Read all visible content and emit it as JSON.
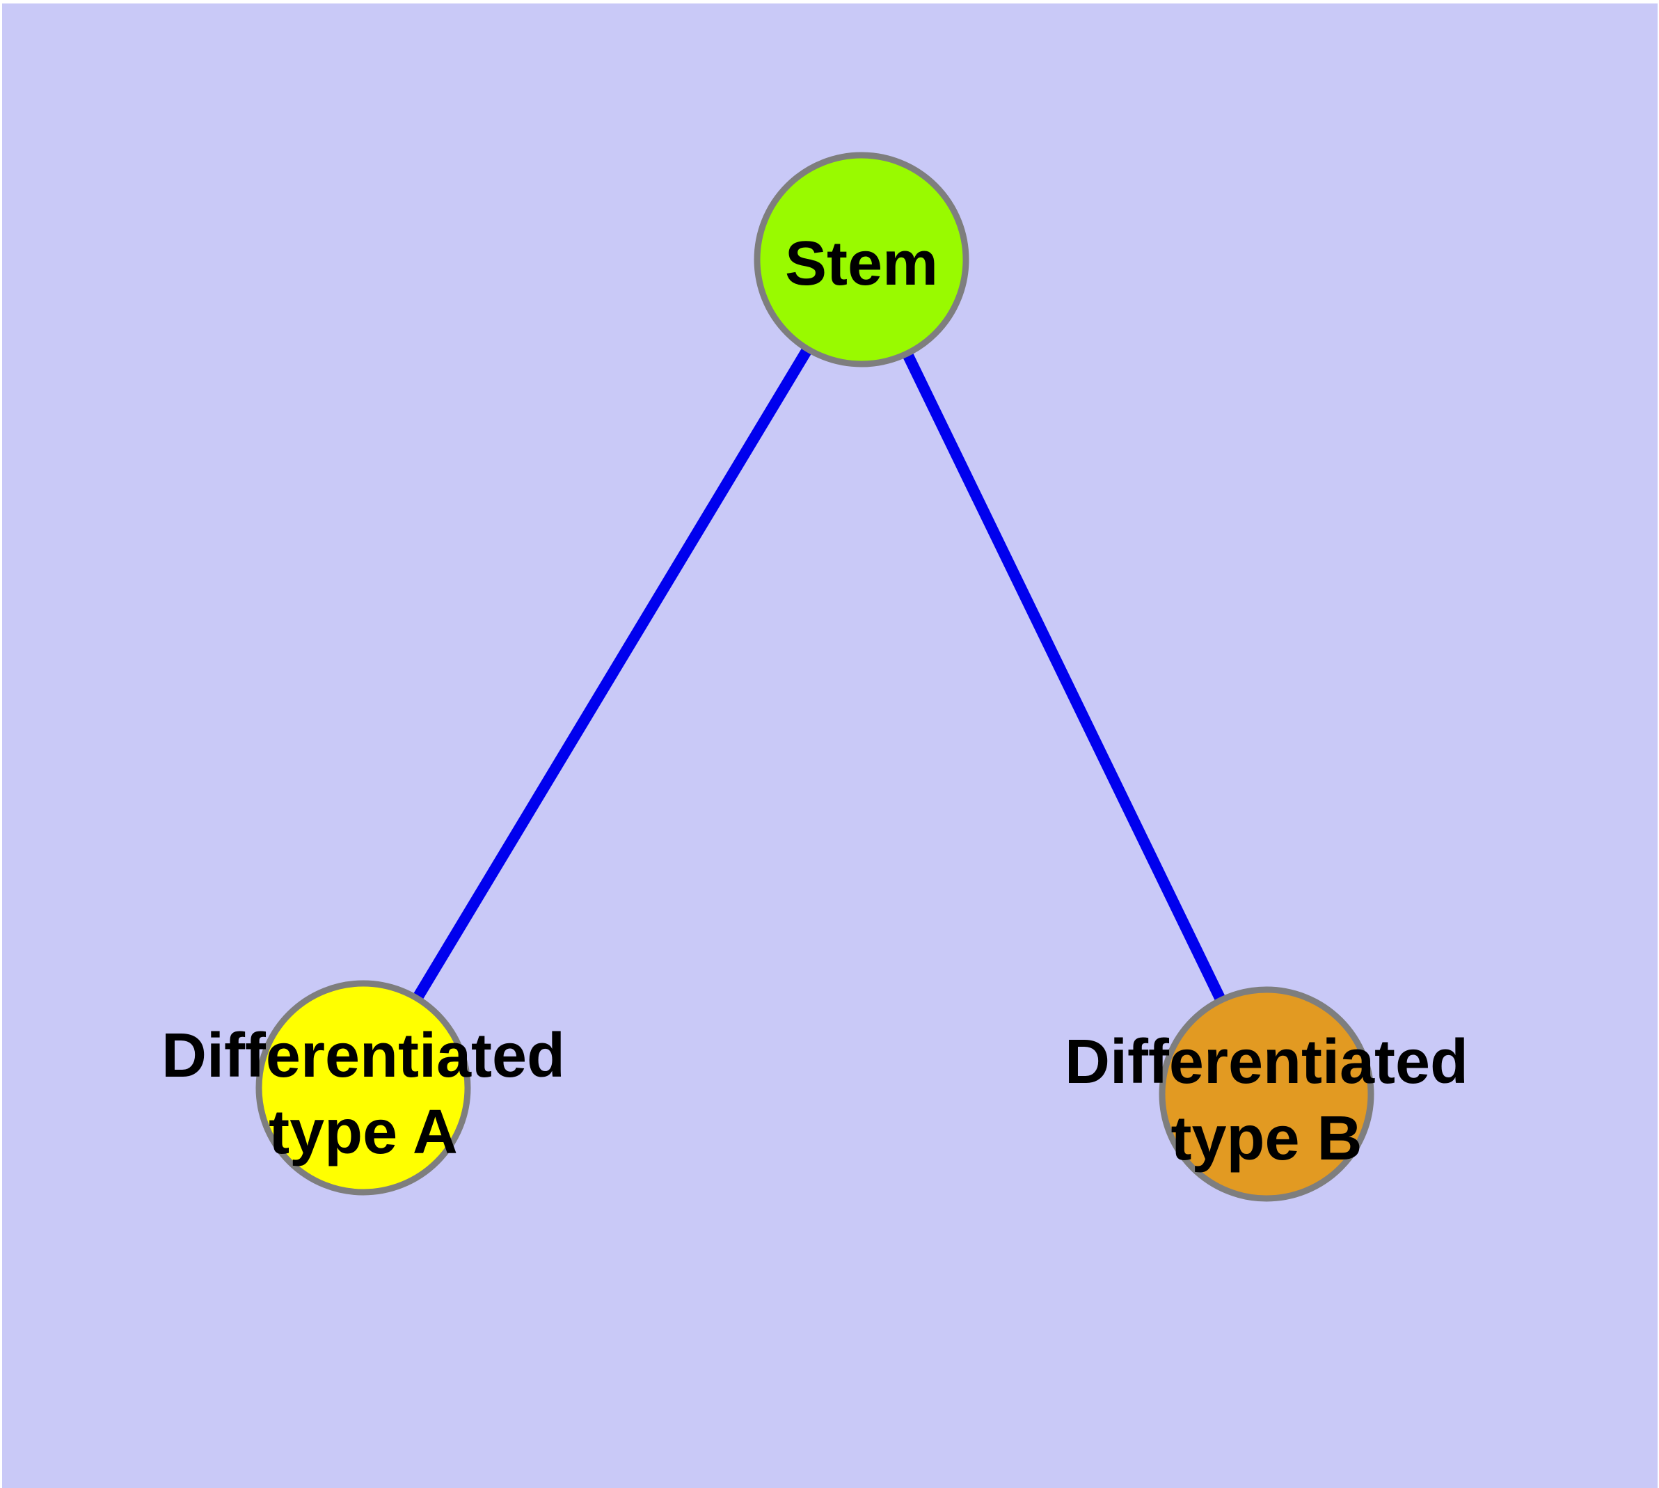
{
  "diagram": {
    "panel_background_color": "#c9c9f7",
    "page_background_color": "#ffffff",
    "edge_color": "#0000ee",
    "node_border_color": "#7e7e7e",
    "label_color": "#000000",
    "nodes": [
      {
        "id": "stem",
        "label": "Stem",
        "label_line1": "Stem",
        "label_line2": "",
        "color": "#99fa00"
      },
      {
        "id": "differentiated-type-a",
        "label": "Differentiated type A",
        "label_line1": "Differentiated",
        "label_line2": "type A",
        "color": "#ffff00"
      },
      {
        "id": "differentiated-type-b",
        "label": "Differentiated type B",
        "label_line1": "Differentiated",
        "label_line2": "type B",
        "color": "#e29a22"
      }
    ],
    "edges": [
      {
        "from": "Stem",
        "to": "Differentiated type A"
      },
      {
        "from": "Stem",
        "to": "Differentiated type B"
      }
    ]
  }
}
